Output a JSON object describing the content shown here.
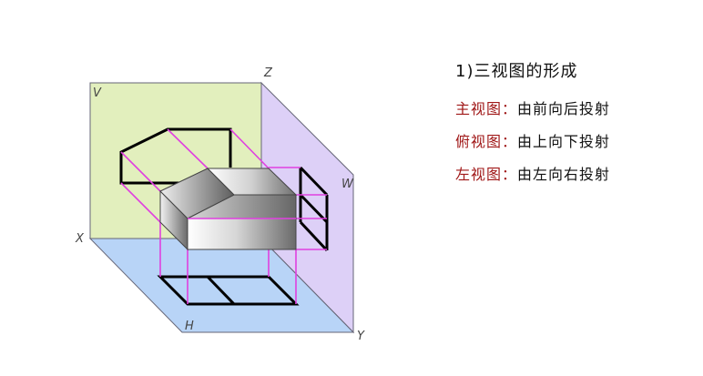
{
  "figure": {
    "title": "1)三视图的形成",
    "axes": {
      "x_label": "X",
      "y_label": "Y",
      "z_label": "Z",
      "v_label": "V",
      "h_label": "H",
      "w_label": "W"
    },
    "colors": {
      "v_plane": "#e2efbd",
      "h_plane": "#b8d4f7",
      "w_plane": "#ddd0f7",
      "plane_edge": "#666677",
      "projection_line": "#e040e0",
      "view_outline": "#000000",
      "key_text": "#a01818",
      "desc_text": "#111111"
    },
    "views": [
      {
        "name": "主视图",
        "separator": "：",
        "description": "由前向后投射"
      },
      {
        "name": "俯视图",
        "separator": "：",
        "description": "由上向下投射"
      },
      {
        "name": "左视图",
        "separator": "：",
        "description": "由左向右投射"
      }
    ]
  }
}
